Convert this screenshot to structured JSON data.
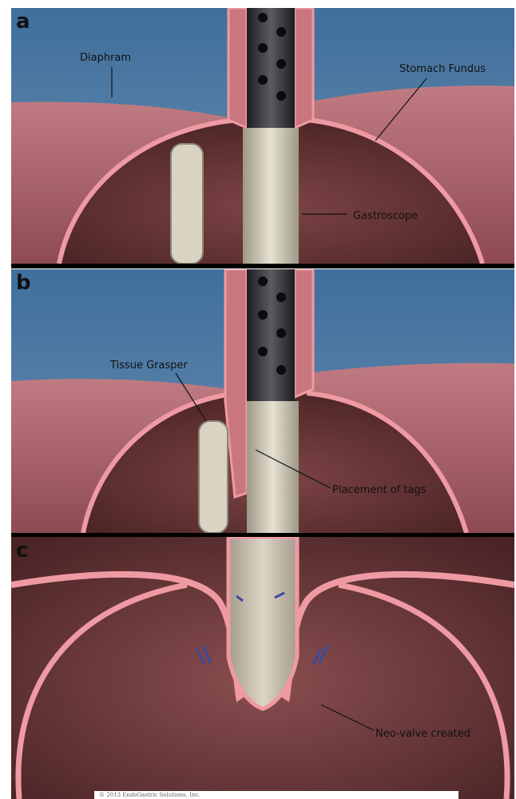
{
  "panels": [
    {
      "letter": "a",
      "labels": {
        "diaphram": "Diaphram",
        "stomach_fundus": "Stomach Fundus",
        "gastroscope": "Gastroscope"
      }
    },
    {
      "letter": "b",
      "labels": {
        "tissue_grasper": "Tissue Grasper",
        "placement_of_tags": "Placement of tags"
      }
    },
    {
      "letter": "c",
      "labels": {
        "neo_valve": "Neo-valve created"
      }
    }
  ],
  "copyright": "© 2013 EndoGastric Solutions, Inc.",
  "colors": {
    "sky": "#4f7aa1",
    "muscle": "#b0646c",
    "tissue_rim": "#e8909a",
    "cavity": "#6e3a3c",
    "scope": "#cfc9b8",
    "scope_dark": "#2a2c30"
  }
}
